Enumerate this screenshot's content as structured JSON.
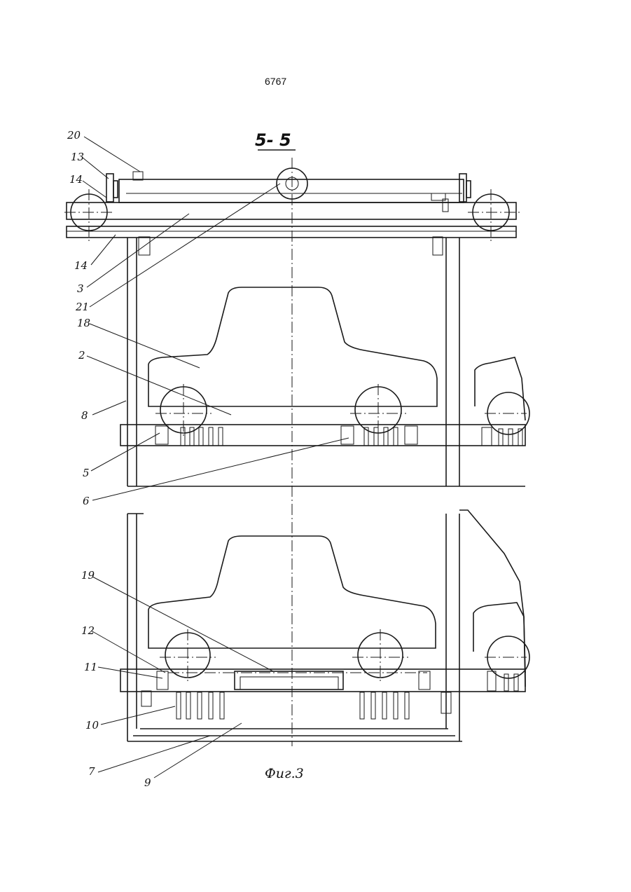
{
  "page_number": "6767",
  "section_label": "5- 5",
  "figure_caption": "Фиг.3",
  "reference_labels": [
    "20",
    "13",
    "14",
    "14",
    "3",
    "21",
    "18",
    "2",
    "8",
    "5",
    "6",
    "19",
    "12",
    "11",
    "10",
    "7",
    "9"
  ]
}
